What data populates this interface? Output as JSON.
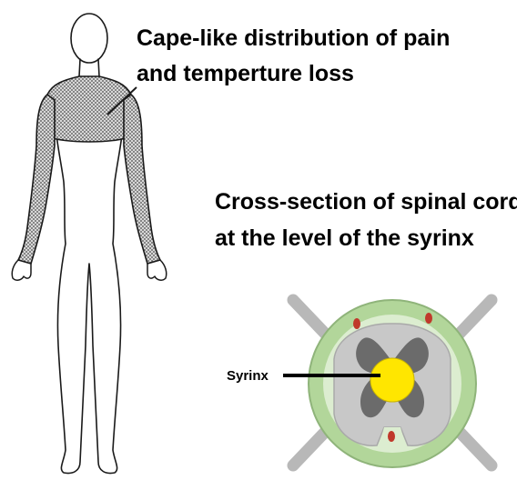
{
  "captions": {
    "cape_line1": "Cape-like distribution of pain",
    "cape_line2": "and temperture loss",
    "cross_line1": "Cross-section of spinal cord",
    "cross_line2": "at the level of the syrinx"
  },
  "labels": {
    "syrinx": "Syrinx"
  },
  "colors": {
    "outer_ring": "#b2d69a",
    "inner_ring": "#dcedd0",
    "white_matter": "#c8c8c8",
    "grey_matter": "#6b6b6b",
    "nerve_roots": "#c8c8c8",
    "syrinx": "#ffe600",
    "tracts": "#c0392b",
    "body_outline": "#1a1a1a",
    "shaded_region": "#8c8c8c"
  }
}
